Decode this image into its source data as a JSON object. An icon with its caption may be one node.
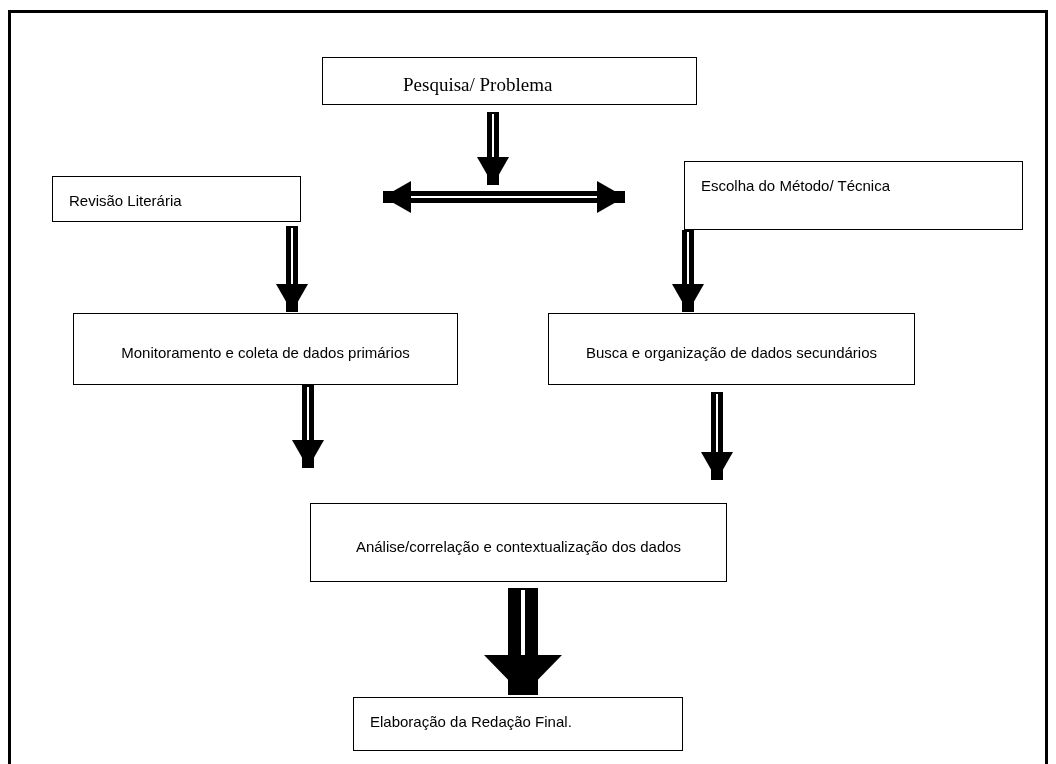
{
  "diagram": {
    "nodes": [
      {
        "text": [
          "Pesquisa/ Problema"
        ]
      },
      {
        "text": [
          "Revisão Literária"
        ]
      },
      {
        "text": [
          "Escolha do Método/ Técnica"
        ]
      },
      {
        "text": [
          "Monitoramento e coleta de dados primários"
        ]
      },
      {
        "text": [
          "Busca e organização de dados secundários"
        ]
      },
      {
        "text": [
          "Análise/correlação e contextualização dos dados"
        ]
      },
      {
        "text": [
          "Elaboração da Redação Final."
        ]
      }
    ],
    "edges": [
      {
        "from": 0,
        "to": null,
        "arrow": "to"
      },
      {
        "from": 1,
        "to": 2,
        "arrow": "both"
      },
      {
        "from": 1,
        "to": 3,
        "arrow": "to"
      },
      {
        "from": 2,
        "to": 4,
        "arrow": "to"
      },
      {
        "from": 3,
        "to": 5,
        "arrow": "to"
      },
      {
        "from": 4,
        "to": 5,
        "arrow": "to"
      },
      {
        "from": 5,
        "to": 6,
        "arrow": "to",
        "style": "thick"
      }
    ]
  }
}
